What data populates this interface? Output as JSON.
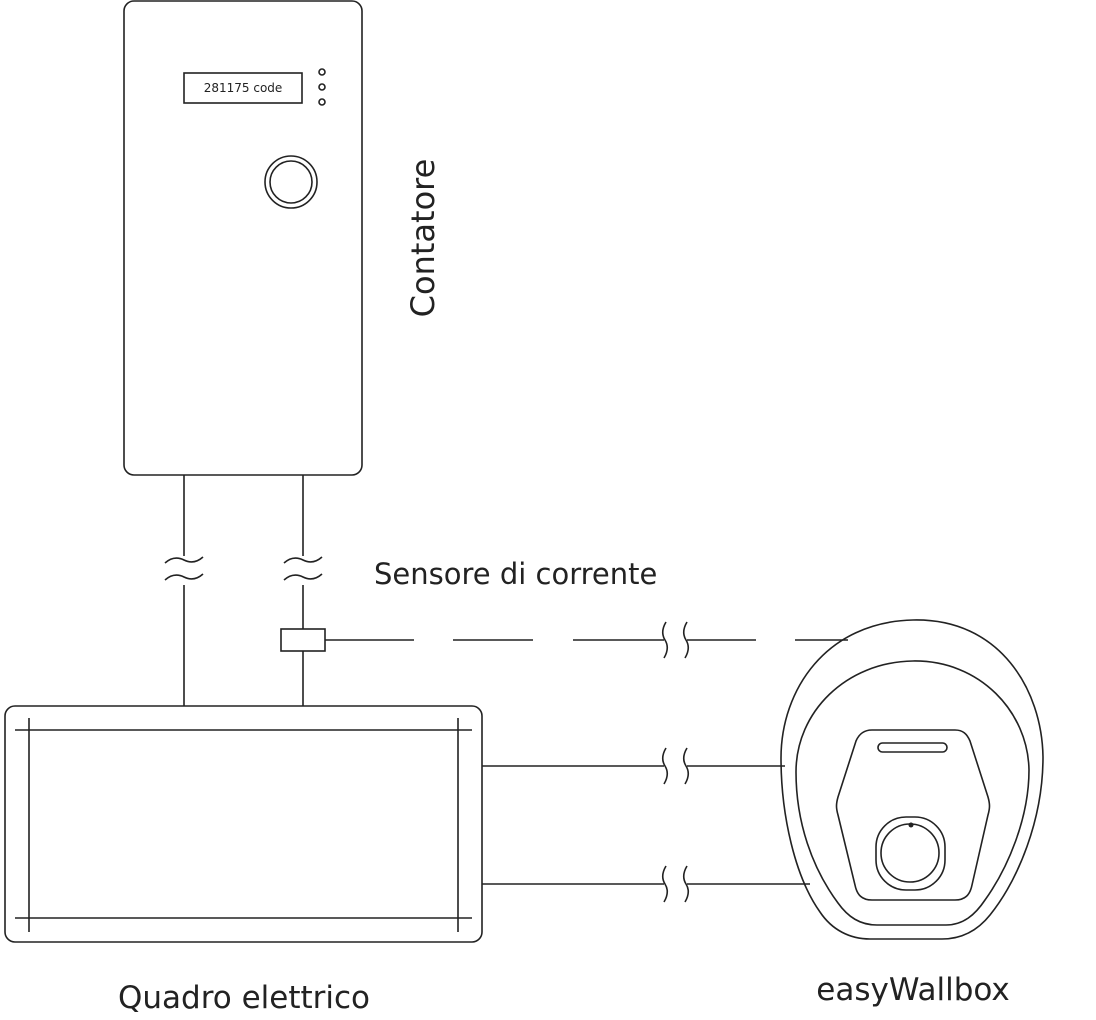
{
  "labels": {
    "meter_display": "281175 code",
    "meter": "Contatore",
    "current_sensor": "Sensore di corrente",
    "panel": "Quadro elettrico",
    "wallbox": "easyWallbox"
  },
  "colors": {
    "line": "#222222",
    "wallbox_fill": "#eef6f5",
    "background": "#ffffff"
  }
}
